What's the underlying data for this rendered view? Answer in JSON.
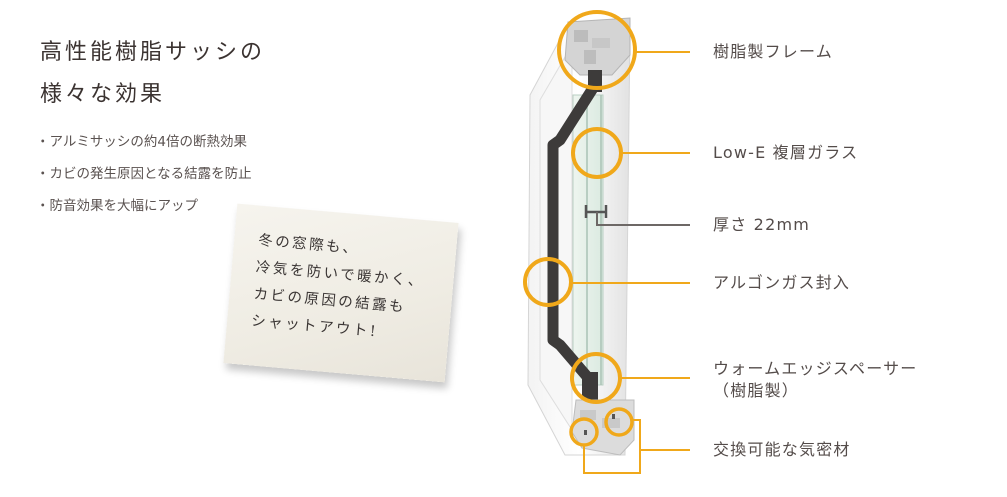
{
  "heading": {
    "line1": "高性能樹脂サッシの",
    "line2": "様々な効果"
  },
  "benefits": [
    "・アルミサッシの約4倍の断熱効果",
    "・カビの発生原因となる結露を防止",
    "・防音効果を大幅にアップ"
  ],
  "note_card": {
    "lines": [
      "冬の窓際も、",
      "冷気を防いで暖かく、",
      "カビの原因の結露も",
      "シャットアウト!"
    ]
  },
  "callouts": [
    {
      "label": "樹脂製フレーム",
      "line_color": "#f0a81a"
    },
    {
      "label": "Low-E 複層ガラス",
      "line_color": "#f0a81a"
    },
    {
      "label": "厚さ 22mm",
      "line_color": "#6d6866"
    },
    {
      "label": "アルゴンガス封入",
      "line_color": "#f0a81a"
    },
    {
      "label": "ウォームエッジスペーサー",
      "label2": "（樹脂製）",
      "line_color": "#f0a81a"
    },
    {
      "label": "交換可能な気密材",
      "line_color": "#f0a81a"
    }
  ],
  "colors": {
    "accent": "#f0a81a",
    "dimension_line": "#6d6866",
    "text": "#4a4240",
    "spacer": "#3d3b3a",
    "frame": "#e9e9e9",
    "glass": "#dcebe2"
  }
}
